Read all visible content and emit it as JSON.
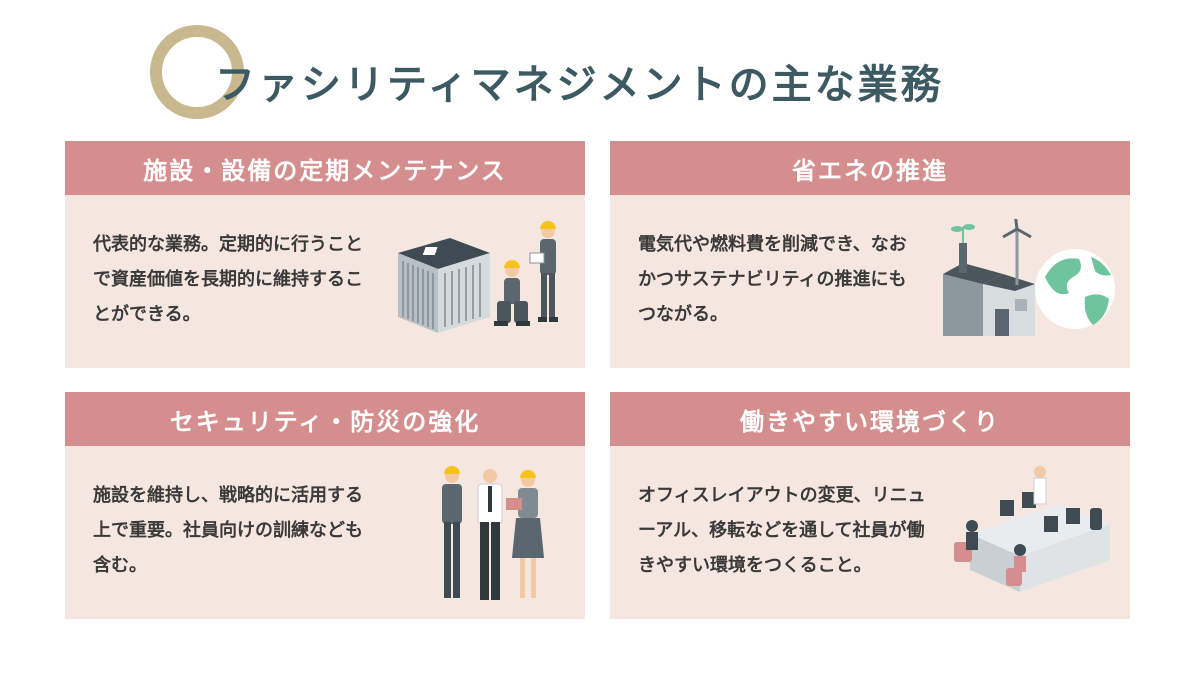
{
  "title": "ファシリティマネジメントの主な業務",
  "cards": [
    {
      "heading": "施設・設備の定期メンテナンス",
      "body": "代表的な業務。定期的に行うことで資産価値を長期的に維持することができる。"
    },
    {
      "heading": "省エネの推進",
      "body": "電気代や燃料費を削減でき、なおかつサステナビリティの推進にもつながる。"
    },
    {
      "heading": "セキュリティ・防災の強化",
      "body": "施設を維持し、戦略的に活用する上で重要。社員向けの訓練なども含む。"
    },
    {
      "heading": "働きやすい環境づくり",
      "body": "オフィスレイアウトの変更、リニューアル、移転などを通して社員が働きやすい環境をつくること。"
    }
  ],
  "colors": {
    "header": "#d58e8e",
    "card_bg": "#f6e6e0",
    "title": "#3d5a63",
    "ring": "#c9b78f",
    "accent_green": "#6fc49e",
    "hardhat": "#f5c31a"
  },
  "icons": [
    "air-conditioner-icon",
    "worker-icon",
    "factory-icon",
    "wind-turbine-icon",
    "earth-icon",
    "business-people-icon",
    "office-desk-icon"
  ]
}
